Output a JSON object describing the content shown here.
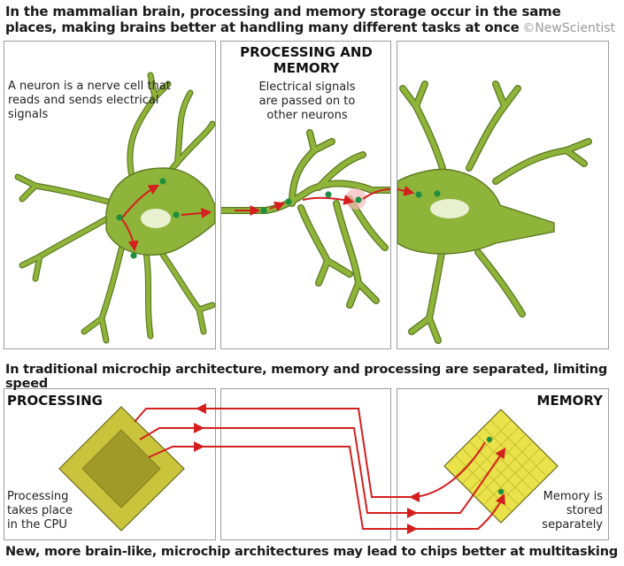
{
  "headline": "In the mammalian brain, processing and memory storage occur in the same places, making brains better at handling many different tasks at once",
  "credit": "©NewScientist",
  "brain": {
    "left_caption": "A neuron is a nerve cell that reads and sends electrical signals",
    "center_heading": "PROCESSING AND MEMORY",
    "center_caption": "Electrical signals are passed on to other neurons"
  },
  "microchip": {
    "title": "In traditional microchip architecture, memory and processing are separated, limiting speed",
    "processing_heading": "PROCESSING",
    "processing_caption": "Processing takes place in the CPU",
    "memory_heading": "MEMORY",
    "memory_caption": "Memory is stored separately"
  },
  "footer": "New, more brain-like, microchip architectures may lead to chips better at multitasking",
  "colors": {
    "neuron_fill": "#8fb43a",
    "neuron_stroke": "#5c7a22",
    "signal_arrow": "#d41f1f",
    "node": "#1e8f3e",
    "chip_outer": "#c9c43c",
    "chip_inner": "#a09a28",
    "memory_grid": "#eae24a"
  }
}
